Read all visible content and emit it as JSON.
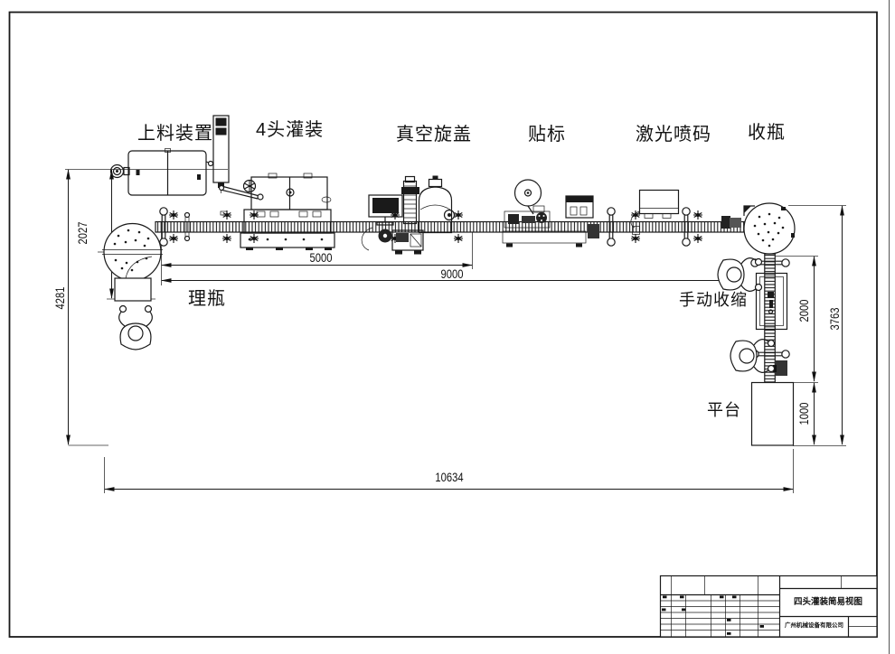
{
  "machine_labels": {
    "feeding": "上料装置",
    "filling": "4头灌装",
    "capping": "真空旋盖",
    "labeling": "贴标",
    "laser_coding": "激光喷码",
    "bottle_collect": "收瓶",
    "bottle_unscramble": "理瓶",
    "manual_shrink": "手动收缩",
    "platform": "平台"
  },
  "dimensions": {
    "left_upper": "2027",
    "left_total": "4281",
    "filling_span": "5000",
    "line_span": "9000",
    "total_length": "10634",
    "right_upper": "2000",
    "right_total": "3763",
    "right_lower": "1000"
  },
  "title_block": {
    "drawing_title": "四头灌装简易视图",
    "company": "广州机械设备有限公司"
  },
  "colors": {
    "ink": "#1a1a1a",
    "paper": "#ffffff"
  }
}
